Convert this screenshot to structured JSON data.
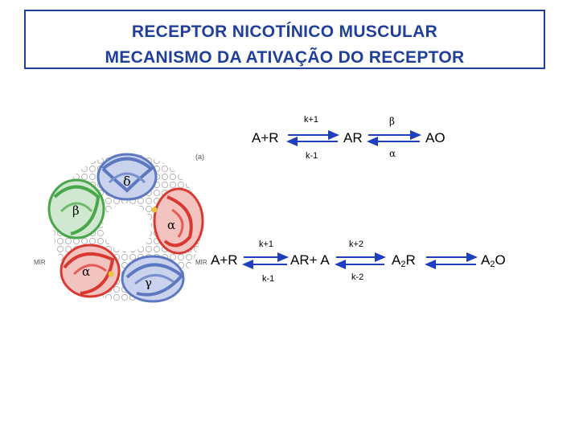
{
  "title": {
    "line1": "RECEPTOR NICOTÍNICO MUSCULAR",
    "line2": "MECANISMO DA ATIVAÇÃO DO RECEPTOR"
  },
  "scheme1": {
    "reactant": "A+R",
    "intermediate": "AR",
    "product": "AO",
    "k_forward": "k+1",
    "k_reverse": "k-1",
    "beta": "β",
    "alpha": "α"
  },
  "scheme2": {
    "reactant": "A+R",
    "intermediate": "AR+ A",
    "a2r_base": "A",
    "a2r_sub": "2",
    "a2r_tail": "R",
    "a2o_base": "A",
    "a2o_sub": "2",
    "a2o_tail": "O",
    "k_plus1": "k+1",
    "k_minus1": "k-1",
    "k_plus2": "k+2",
    "k_minus2": "k-2"
  },
  "figure": {
    "panel_label": "(a)",
    "subunit_delta": "δ",
    "subunit_beta": "β",
    "subunit_alpha_right": "α",
    "subunit_alpha_left": "α",
    "subunit_gamma": "γ",
    "mir_left": "MIR",
    "mir_right": "MIR"
  },
  "colors": {
    "title": "#1f3f9a",
    "arrow": "#1f3fbf",
    "subunit_red": "#d83a32",
    "subunit_blue": "#5d78c0",
    "subunit_green": "#4aa64a",
    "helix_gray": "#9a9a9a"
  }
}
